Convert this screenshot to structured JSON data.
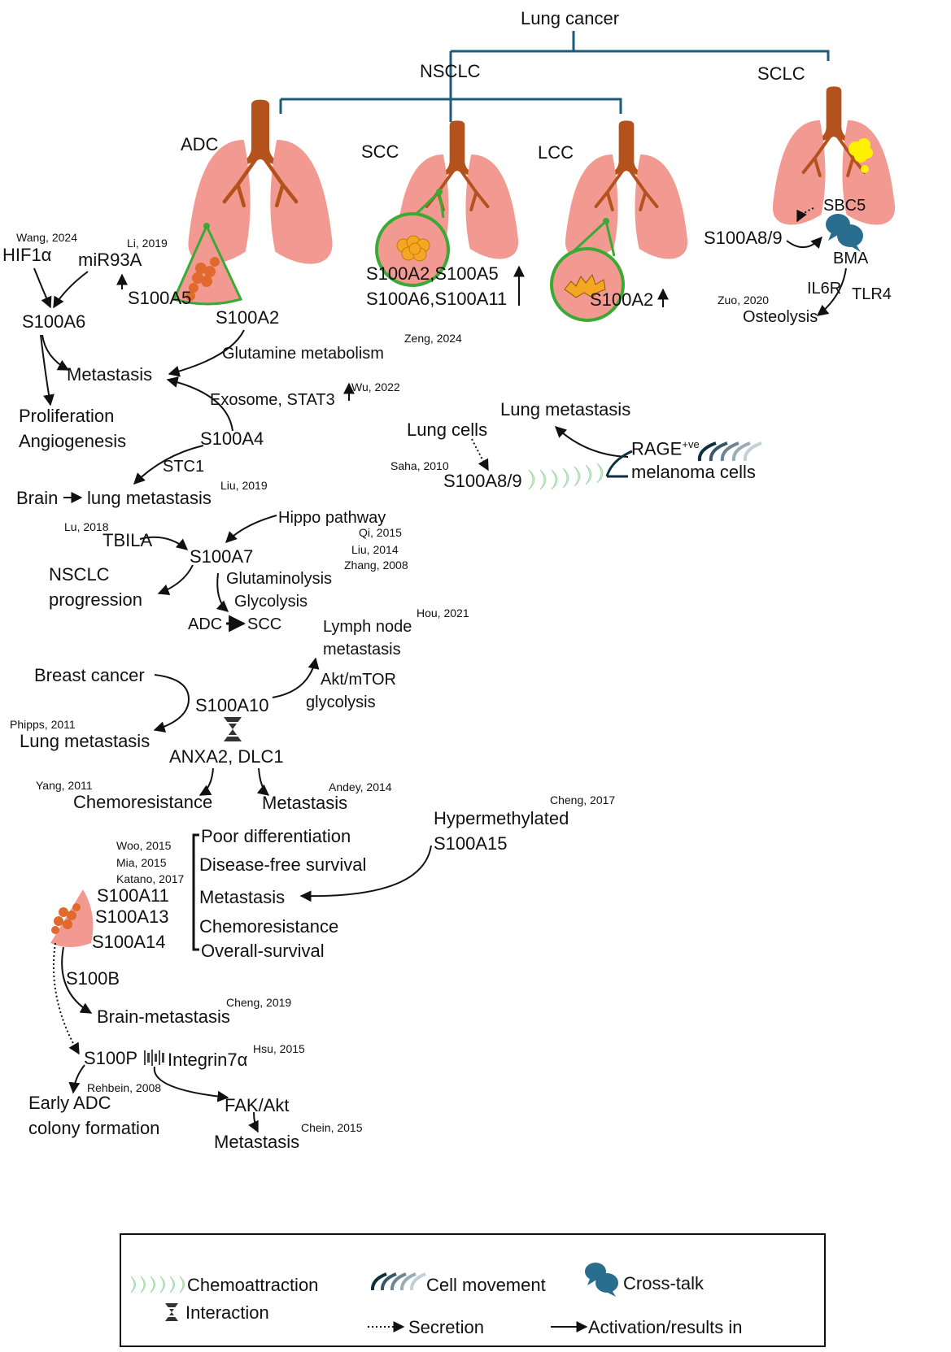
{
  "header": {
    "lung_cancer": "Lung cancer",
    "nsclc": "NSCLC",
    "sclc": "SCLC"
  },
  "subtypes": {
    "adc": "ADC",
    "scc": "SCC",
    "lcc": "LCC"
  },
  "adc_branch": {
    "ref": "Li, 2019",
    "s100a5": "S100A5",
    "s100a2": "S100A2"
  },
  "scc_branch": {
    "line1": "S100A2,S100A5",
    "line2": "S100A6,S100A11"
  },
  "lcc_branch": {
    "marker": "S100A2"
  },
  "sclc_branch": {
    "sbc5": "SBC5",
    "s100a89": "S100A8/9",
    "bma": "BMA",
    "il6r": "IL6R",
    "tlr4": "TLR4",
    "ref": "Zuo, 2020",
    "osteolysis": "Osteolysis"
  },
  "s100a6_branch": {
    "ref": "Wang, 2024",
    "hif1a": "HIF1α",
    "mir93a": "miR93A",
    "s100a6": "S100A6",
    "proliferation": "Proliferation",
    "angiogenesis": "Angiogenesis"
  },
  "metastasis_hub": {
    "metastasis": "Metastasis",
    "glutamine": "Glutamine metabolism",
    "glutamine_ref": "Zeng, 2024",
    "exosome": "Exosome, STAT3",
    "exosome_ref": "Wu, 2022"
  },
  "s100a4_branch": {
    "s100a4": "S100A4",
    "stc1": "STC1",
    "brain": "Brain",
    "lung_met": "lung metastasis",
    "ref": "Liu, 2019"
  },
  "rage_branch": {
    "lung_metastasis": "Lung metastasis",
    "lung_cells": "Lung cells",
    "ref": "Saha, 2010",
    "s100a89": "S100A8/9",
    "rage": "RAGE",
    "rage_sup": "+ve",
    "melanoma": "melanoma cells"
  },
  "s100a7_branch": {
    "lu_ref": "Lu, 2018",
    "tbila": "TBILA",
    "hippo": "Hippo pathway",
    "qi_ref": "Qi, 2015",
    "liu_ref": "Liu, 2014",
    "zhang_ref": "Zhang, 2008",
    "s100a7": "S100A7",
    "nsclc_prog1": "NSCLC",
    "nsclc_prog2": "progression",
    "glutaminolysis": "Glutaminolysis",
    "glycolysis": "Glycolysis",
    "adc": "ADC",
    "scc": "SCC"
  },
  "s100a10_branch": {
    "hou_ref": "Hou, 2021",
    "lymph1": "Lymph node",
    "lymph2": "metastasis",
    "breast": "Breast cancer",
    "akt1": "Akt/mTOR",
    "akt2": "glycolysis",
    "s100a10": "S100A10",
    "phipps_ref": "Phipps, 2011",
    "lung_met": "Lung metastasis",
    "anxa2": "ANXA2, DLC1",
    "yang_ref": "Yang, 2011",
    "chemo": "Chemoresistance",
    "andey_ref": "Andey, 2014",
    "metastasis": "Metastasis"
  },
  "s100a15_branch": {
    "ref": "Cheng, 2017",
    "line1": "Hypermethylated",
    "line2": "S100A15"
  },
  "outcome_group": {
    "refs": [
      "Woo, 2015",
      "Mia, 2015",
      "Katano, 2017"
    ],
    "proteins": [
      "S100A11",
      "S100A13",
      "S100A14"
    ],
    "outcomes": [
      "Poor differentiation",
      "Disease-free survival",
      "Metastasis",
      "Chemoresistance",
      "Overall-survival"
    ]
  },
  "s100b_branch": {
    "s100b": "S100B",
    "brain_met": "Brain-metastasis",
    "ref": "Cheng, 2019"
  },
  "s100p_branch": {
    "s100p": "S100P",
    "integrin": "Integrin7α",
    "hsu_ref": "Hsu, 2015",
    "rehbein_ref": "Rehbein, 2008",
    "early1": "Early ADC",
    "early2": "colony formation",
    "fak": "FAK/Akt",
    "metastasis": "Metastasis",
    "chein_ref": "Chein, 2015"
  },
  "legend": {
    "chemoattraction": "Chemoattraction",
    "cell_movement": "Cell movement",
    "crosstalk": "Cross-talk",
    "interaction": "Interaction",
    "secretion": "Secretion",
    "activation": "Activation/results in"
  },
  "colors": {
    "lung": "#f29a92",
    "trachea": "#b4521e",
    "tree": "#1d5b7a",
    "focus": "#3aaa35",
    "tumor": "#f5a623",
    "tumor_sclc": "#fff200",
    "crosstalk": "#2a6e8f"
  }
}
